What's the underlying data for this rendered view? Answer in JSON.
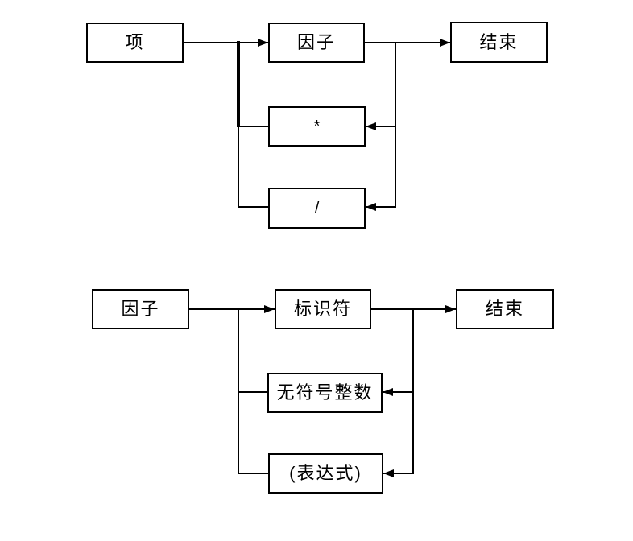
{
  "page": {
    "background_color": "#ffffff",
    "ink_color": "#000000"
  },
  "diagrams": [
    {
      "id": "term-rule",
      "nodes": {
        "start": {
          "label": "项"
        },
        "loop_item": {
          "label": "因子"
        },
        "end": {
          "label": "结束"
        },
        "operator_mul": {
          "label": "*"
        },
        "operator_div": {
          "label": "/"
        }
      }
    },
    {
      "id": "factor-rule",
      "nodes": {
        "start": {
          "label": "因子"
        },
        "alt_identifier": {
          "label": "标识符"
        },
        "end": {
          "label": "结束"
        },
        "alt_unsigned_integer": {
          "label": "无符号整数"
        },
        "alt_paren_expression": {
          "label": "(表达式)"
        }
      }
    }
  ]
}
